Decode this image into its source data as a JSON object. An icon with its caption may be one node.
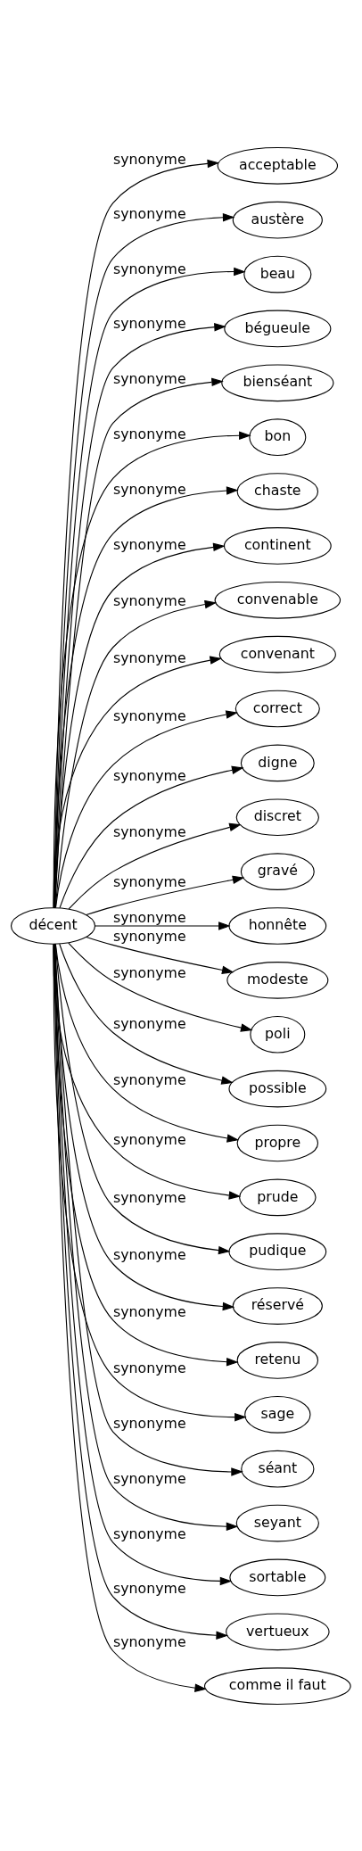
{
  "diagram": {
    "nodes": [
      {
        "text": [
          "décent"
        ]
      },
      {
        "text": [
          "acceptable"
        ]
      },
      {
        "text": [
          "austère"
        ]
      },
      {
        "text": [
          "beau"
        ]
      },
      {
        "text": [
          "bégueule"
        ]
      },
      {
        "text": [
          "bienséant"
        ]
      },
      {
        "text": [
          "bon"
        ]
      },
      {
        "text": [
          "chaste"
        ]
      },
      {
        "text": [
          "continent"
        ]
      },
      {
        "text": [
          "convenable"
        ]
      },
      {
        "text": [
          "convenant"
        ]
      },
      {
        "text": [
          "correct"
        ]
      },
      {
        "text": [
          "digne"
        ]
      },
      {
        "text": [
          "discret"
        ]
      },
      {
        "text": [
          "gravé"
        ]
      },
      {
        "text": [
          "honnête"
        ]
      },
      {
        "text": [
          "modeste"
        ]
      },
      {
        "text": [
          "poli"
        ]
      },
      {
        "text": [
          "possible"
        ]
      },
      {
        "text": [
          "propre"
        ]
      },
      {
        "text": [
          "prude"
        ]
      },
      {
        "text": [
          "pudique"
        ]
      },
      {
        "text": [
          "réservé"
        ]
      },
      {
        "text": [
          "retenu"
        ]
      },
      {
        "text": [
          "sage"
        ]
      },
      {
        "text": [
          "séant"
        ]
      },
      {
        "text": [
          "seyant"
        ]
      },
      {
        "text": [
          "sortable"
        ]
      },
      {
        "text": [
          "vertueux"
        ]
      },
      {
        "text": [
          "comme il faut"
        ]
      }
    ],
    "edges": [
      {
        "from": 0,
        "to": 1,
        "arrow": "to",
        "label": "synonyme"
      },
      {
        "from": 0,
        "to": 2,
        "arrow": "to",
        "label": "synonyme"
      },
      {
        "from": 0,
        "to": 3,
        "arrow": "to",
        "label": "synonyme"
      },
      {
        "from": 0,
        "to": 4,
        "arrow": "to",
        "label": "synonyme"
      },
      {
        "from": 0,
        "to": 5,
        "arrow": "to",
        "label": "synonyme"
      },
      {
        "from": 0,
        "to": 6,
        "arrow": "to",
        "label": "synonyme"
      },
      {
        "from": 0,
        "to": 7,
        "arrow": "to",
        "label": "synonyme"
      },
      {
        "from": 0,
        "to": 8,
        "arrow": "to",
        "label": "synonyme"
      },
      {
        "from": 0,
        "to": 9,
        "arrow": "to",
        "label": "synonyme"
      },
      {
        "from": 0,
        "to": 10,
        "arrow": "to",
        "label": "synonyme"
      },
      {
        "from": 0,
        "to": 11,
        "arrow": "to",
        "label": "synonyme"
      },
      {
        "from": 0,
        "to": 12,
        "arrow": "to",
        "label": "synonyme"
      },
      {
        "from": 0,
        "to": 13,
        "arrow": "to",
        "label": "synonyme"
      },
      {
        "from": 0,
        "to": 14,
        "arrow": "to",
        "label": "synonyme"
      },
      {
        "from": 0,
        "to": 15,
        "arrow": "to",
        "label": "synonyme"
      },
      {
        "from": 0,
        "to": 16,
        "arrow": "to",
        "label": "synonyme"
      },
      {
        "from": 0,
        "to": 17,
        "arrow": "to",
        "label": "synonyme"
      },
      {
        "from": 0,
        "to": 18,
        "arrow": "to",
        "label": "synonyme"
      },
      {
        "from": 0,
        "to": 19,
        "arrow": "to",
        "label": "synonyme"
      },
      {
        "from": 0,
        "to": 20,
        "arrow": "to",
        "label": "synonyme"
      },
      {
        "from": 0,
        "to": 21,
        "arrow": "to",
        "label": "synonyme"
      },
      {
        "from": 0,
        "to": 22,
        "arrow": "to",
        "label": "synonyme"
      },
      {
        "from": 0,
        "to": 23,
        "arrow": "to",
        "label": "synonyme"
      },
      {
        "from": 0,
        "to": 24,
        "arrow": "to",
        "label": "synonyme"
      },
      {
        "from": 0,
        "to": 25,
        "arrow": "to",
        "label": "synonyme"
      },
      {
        "from": 0,
        "to": 26,
        "arrow": "to",
        "label": "synonyme"
      },
      {
        "from": 0,
        "to": 27,
        "arrow": "to",
        "label": "synonyme"
      },
      {
        "from": 0,
        "to": 28,
        "arrow": "to",
        "label": "synonyme"
      },
      {
        "from": 0,
        "to": 29,
        "arrow": "to",
        "label": "synonyme"
      }
    ]
  }
}
